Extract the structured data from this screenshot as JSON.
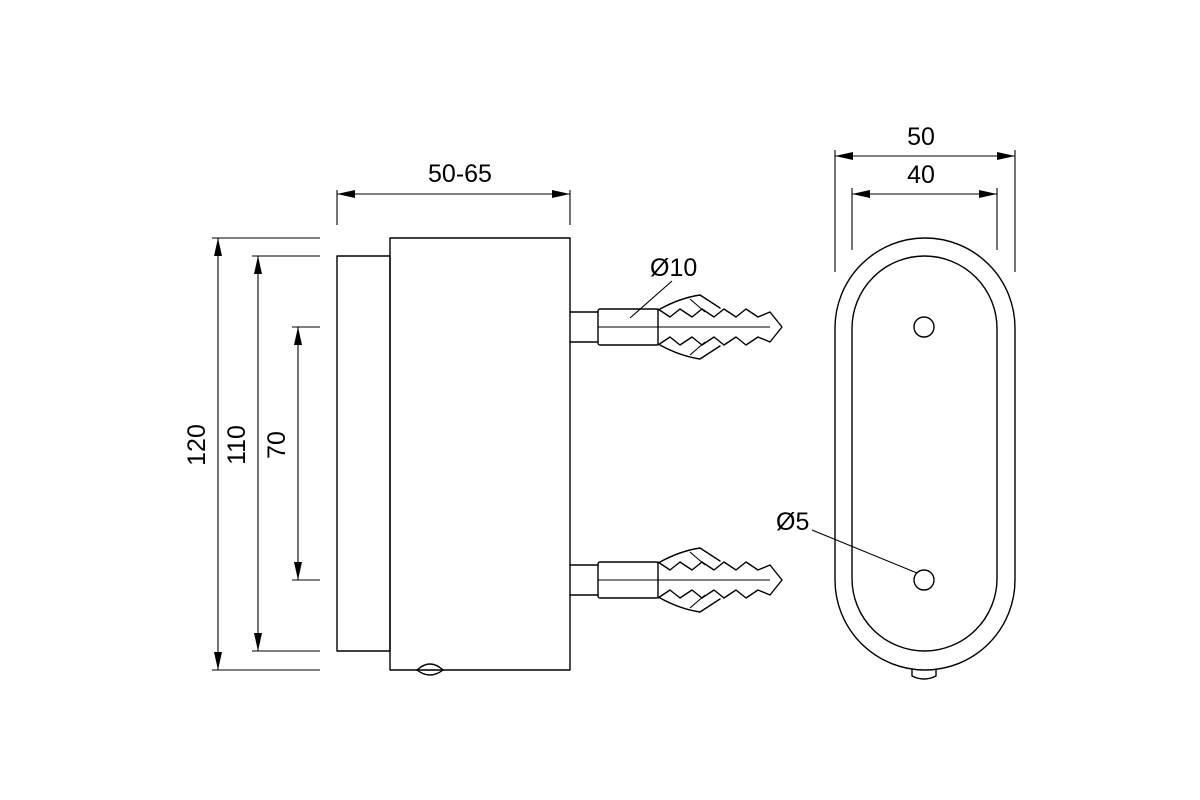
{
  "drawing": {
    "side_view": {
      "depth_label": "50-65",
      "height_outer_label": "120",
      "height_flange_label": "110",
      "hole_spacing_label": "70",
      "plug_diameter_label": "Ø10"
    },
    "front_view": {
      "width_outer_label": "50",
      "width_inner_label": "40",
      "hole_diameter_label": "Ø5"
    },
    "colors": {
      "line": "#000000",
      "background": "#ffffff"
    }
  }
}
